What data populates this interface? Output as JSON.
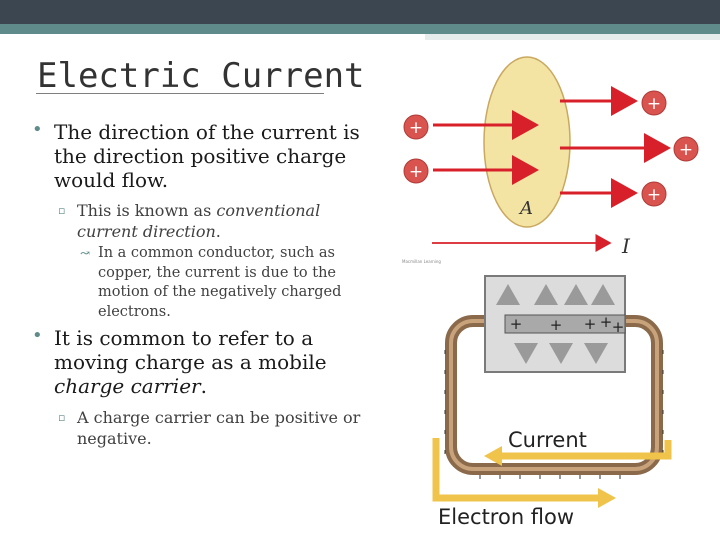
{
  "slide": {
    "title": "Electric Current",
    "bullets": [
      {
        "text": "The direction of the current is the direction positive charge would flow.",
        "sub": {
          "text_plain": "This is known as ",
          "text_em": "conventional current direction",
          "text_end": ".",
          "subsub": "In a common conductor, such as copper, the current is due to the motion of the negatively charged electrons."
        }
      },
      {
        "text_plain": "It is common to refer to a moving charge as a mobile ",
        "text_em": "charge carrier",
        "text_end": ".",
        "sub": {
          "text": "A charge carrier can be positive or negative."
        }
      }
    ]
  },
  "figure_top": {
    "area_label": "A",
    "current_label": "I",
    "charge_sign": "+",
    "caption_small": "Macmillan Learning"
  },
  "figure_bottom": {
    "current_label": "Current",
    "electron_flow_label": "Electron flow",
    "battery_sign": "+"
  },
  "colors": {
    "accent": "#5f8c8a",
    "topbar": "#3c4650",
    "charge_red": "#d9534f",
    "arrow_red": "#d8202a",
    "ellipse_fill": "#f4e4a4",
    "arrow_gold": "#f0c34a",
    "wire_brown": "#8a6a4a"
  }
}
